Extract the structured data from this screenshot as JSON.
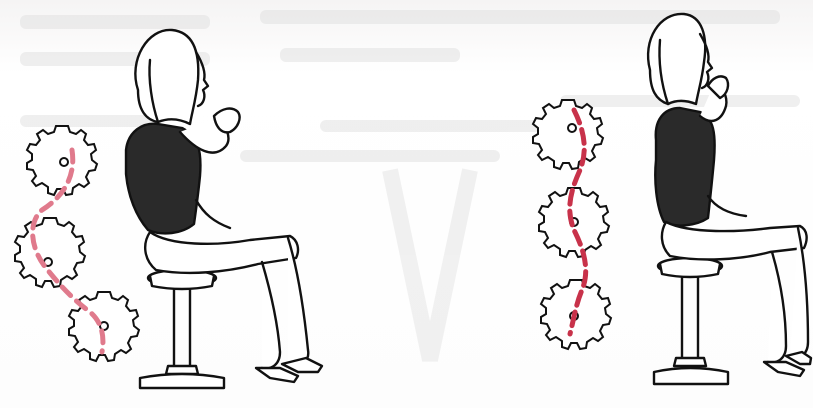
{
  "colors": {
    "line": "#111111",
    "accent": "#c8324a",
    "accent_faint": "#e6a3b0",
    "paper": "#ffffff",
    "bleed": "#d9d9d9"
  },
  "figures": [
    {
      "posture": "slouched",
      "spine_curve": "curved"
    },
    {
      "posture": "upright",
      "spine_curve": "straight"
    }
  ]
}
